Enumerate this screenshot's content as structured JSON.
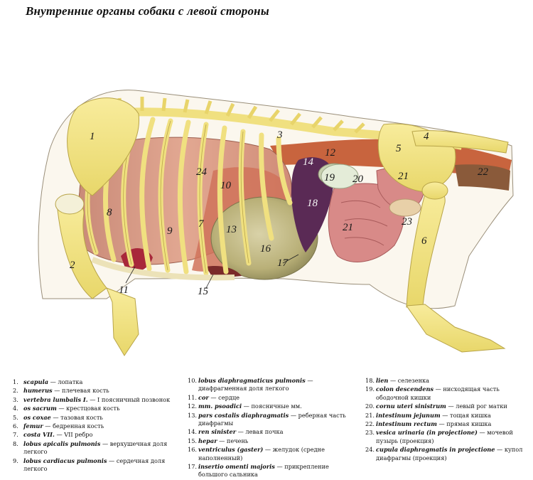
{
  "title": "Внутренние органы собаки с левой стороны",
  "labels": [
    {
      "id": "1",
      "n": "1"
    },
    {
      "id": "2",
      "n": "2"
    },
    {
      "id": "3",
      "n": "3"
    },
    {
      "id": "4",
      "n": "4"
    },
    {
      "id": "5",
      "n": "5"
    },
    {
      "id": "6",
      "n": "6"
    },
    {
      "id": "7",
      "n": "7"
    },
    {
      "id": "8",
      "n": "8"
    },
    {
      "id": "9",
      "n": "9"
    },
    {
      "id": "10",
      "n": "10"
    },
    {
      "id": "11",
      "n": "11"
    },
    {
      "id": "12",
      "n": "12"
    },
    {
      "id": "13",
      "n": "13"
    },
    {
      "id": "14",
      "n": "14"
    },
    {
      "id": "15",
      "n": "15"
    },
    {
      "id": "16",
      "n": "16"
    },
    {
      "id": "17",
      "n": "17"
    },
    {
      "id": "18",
      "n": "18"
    },
    {
      "id": "19",
      "n": "19"
    },
    {
      "id": "20",
      "n": "20"
    },
    {
      "id": "21a",
      "n": "21"
    },
    {
      "id": "21b",
      "n": "21"
    },
    {
      "id": "22",
      "n": "22"
    },
    {
      "id": "23",
      "n": "23"
    },
    {
      "id": "24",
      "n": "24"
    }
  ],
  "legend": {
    "col1": [
      {
        "n": "1.",
        "lat": "scapula",
        "rus": " — лопатка"
      },
      {
        "n": "2.",
        "lat": "humerus",
        "rus": " — плечевая кость"
      },
      {
        "n": "3.",
        "lat": "vertebra lumbalis I.",
        "rus": " — I поясничный позвонок"
      },
      {
        "n": "4.",
        "lat": "os sacrum",
        "rus": " — крестцовая кость"
      },
      {
        "n": "5.",
        "lat": "os coxae",
        "rus": " — тазовая кость"
      },
      {
        "n": "6.",
        "lat": "femur",
        "rus": " — бедренная кость"
      },
      {
        "n": "7.",
        "lat": "costa VII.",
        "rus": " — VII ребро"
      },
      {
        "n": "8.",
        "lat": "lobus apicalis pulmonis",
        "rus": " — верхушечная доля легкого"
      },
      {
        "n": "9.",
        "lat": "lobus cardiacus pulmonis",
        "rus": " — сердечная доля легкого"
      }
    ],
    "col2": [
      {
        "n": "10.",
        "lat": "lobus diaphragmaticus pulmonis",
        "rus": " — диафрагменная доля легкого"
      },
      {
        "n": "11.",
        "lat": "cor",
        "rus": " — сердце"
      },
      {
        "n": "12.",
        "lat": "mm. psoadici",
        "rus": " — поясничные мм."
      },
      {
        "n": "13.",
        "lat": "pars costalis diaphragmatis",
        "rus": " — реберная часть диафрагмы"
      },
      {
        "n": "14.",
        "lat": "ren sinister",
        "rus": " — левая почка"
      },
      {
        "n": "15.",
        "lat": "hepar",
        "rus": " — печень"
      },
      {
        "n": "16.",
        "lat": "ventriculus (gaster)",
        "rus": " — желудок (средне наполненный)"
      },
      {
        "n": "17.",
        "lat": "insertio omenti majoris",
        "rus": " — прикрепление большого сальника"
      }
    ],
    "col3": [
      {
        "n": "18.",
        "lat": "lien",
        "rus": " — селезенка"
      },
      {
        "n": "19.",
        "lat": "colon descendens",
        "rus": " — нисходящая часть ободочной кишки"
      },
      {
        "n": "20.",
        "lat": "cornu uteri sinistrum",
        "rus": " — левый рог матки"
      },
      {
        "n": "21.",
        "lat": "intestinum jejunum",
        "rus": " — тощая кишка"
      },
      {
        "n": "22.",
        "lat": "intestinum rectum",
        "rus": " — прямая кишка"
      },
      {
        "n": "23.",
        "lat": "vesica urinaria (in projectione)",
        "rus": " — мочевой пузырь (проекция)"
      },
      {
        "n": "24.",
        "lat": "cupula diaphragmatis in projectione",
        "rus": " — купол диафрагмы (проекция)"
      }
    ]
  }
}
